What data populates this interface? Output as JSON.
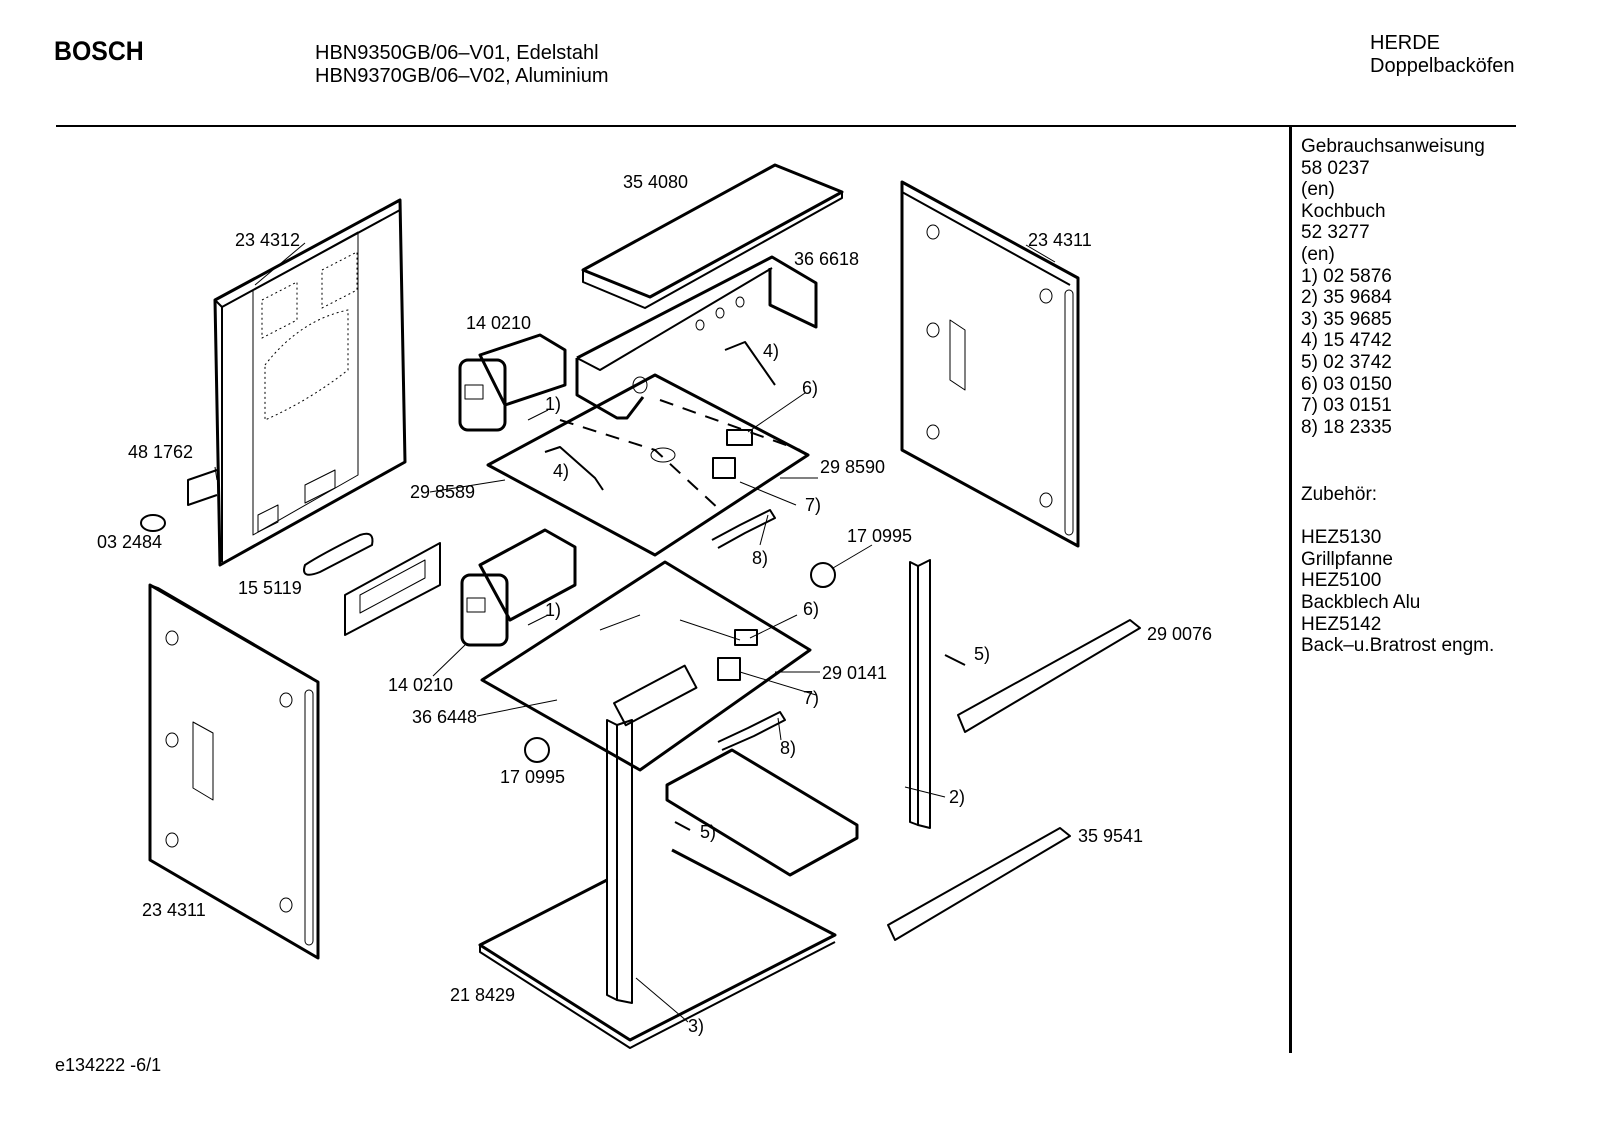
{
  "header": {
    "brand": "BOSCH",
    "models": [
      "HBN9350GB/06–V01, Edelstahl",
      "HBN9370GB/06–V02, Aluminium"
    ],
    "category": "HERDE",
    "subcategory": "Doppelbacköfen"
  },
  "sidebar": {
    "documents": [
      "Gebrauchsanweisung",
      "58 0237",
      "(en)",
      "Kochbuch",
      "52 3277",
      "(en)"
    ],
    "numbered_parts": [
      "1) 02 5876",
      "2) 35 9684",
      "3) 35 9685",
      "4) 15 4742",
      "5) 02 3742",
      "6) 03 0150",
      "7) 03 0151",
      "8) 18 2335"
    ],
    "accessories_title": "Zubehör:",
    "accessories": [
      "HEZ5130",
      "Grillpfanne",
      "HEZ5100",
      "Backblech Alu",
      "HEZ5142",
      "Back–u.Bratrost engm."
    ]
  },
  "diagram": {
    "part_labels": [
      "35 4080",
      "23 4312",
      "36 6618",
      "23 4311",
      "14 0210",
      "4)",
      "1)",
      "6)",
      "48 1762",
      "4)",
      "29 8590",
      "29 8589",
      "7)",
      "03 2484",
      "8)",
      "17 0995",
      "15 5119",
      "1)",
      "6)",
      "29 0076",
      "5)",
      "14 0210",
      "29 0141",
      "7)",
      "36 6448",
      "8)",
      "17 0995",
      "2)",
      "5)",
      "35 9541",
      "23 4311",
      "21 8429",
      "3)"
    ]
  },
  "footer": {
    "drawing_id": "e134222 -6/1"
  }
}
